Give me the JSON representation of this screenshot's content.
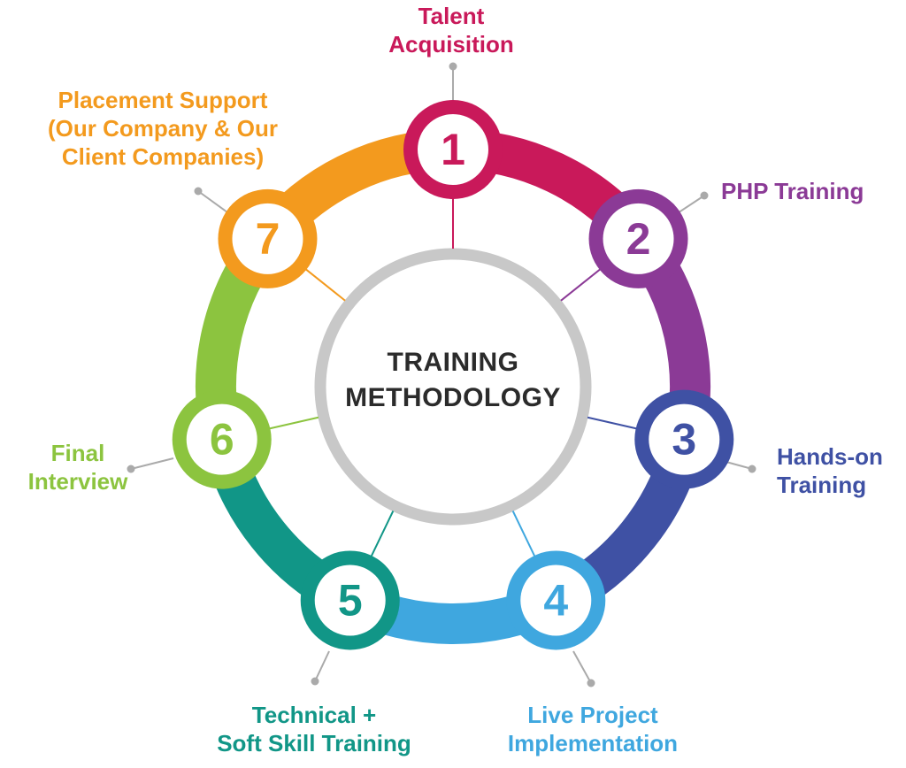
{
  "center": {
    "line1": "TRAINING",
    "line2": "METHODOLOGY"
  },
  "steps": [
    {
      "number": "1",
      "color": "#c9195a",
      "lines": [
        "Talent",
        "Acquisition"
      ]
    },
    {
      "number": "2",
      "color": "#8b3a96",
      "lines": [
        "PHP Training"
      ]
    },
    {
      "number": "3",
      "color": "#3f51a4",
      "lines": [
        "Hands-on",
        "Training"
      ]
    },
    {
      "number": "4",
      "color": "#3fa7df",
      "lines": [
        "Live Project",
        "Implementation"
      ]
    },
    {
      "number": "5",
      "color": "#119687",
      "lines": [
        "Technical +",
        "Soft Skill Training"
      ]
    },
    {
      "number": "6",
      "color": "#8cc43f",
      "lines": [
        "Final",
        "Interview"
      ]
    },
    {
      "number": "7",
      "color": "#f39a1e",
      "lines": [
        "Placement Support",
        "(Our Company & Our",
        "Client Companies)"
      ]
    }
  ],
  "colors": {
    "center_ring": "#c8c8c8",
    "connector": "#aaaaaa",
    "title": "#2b2b2b"
  }
}
